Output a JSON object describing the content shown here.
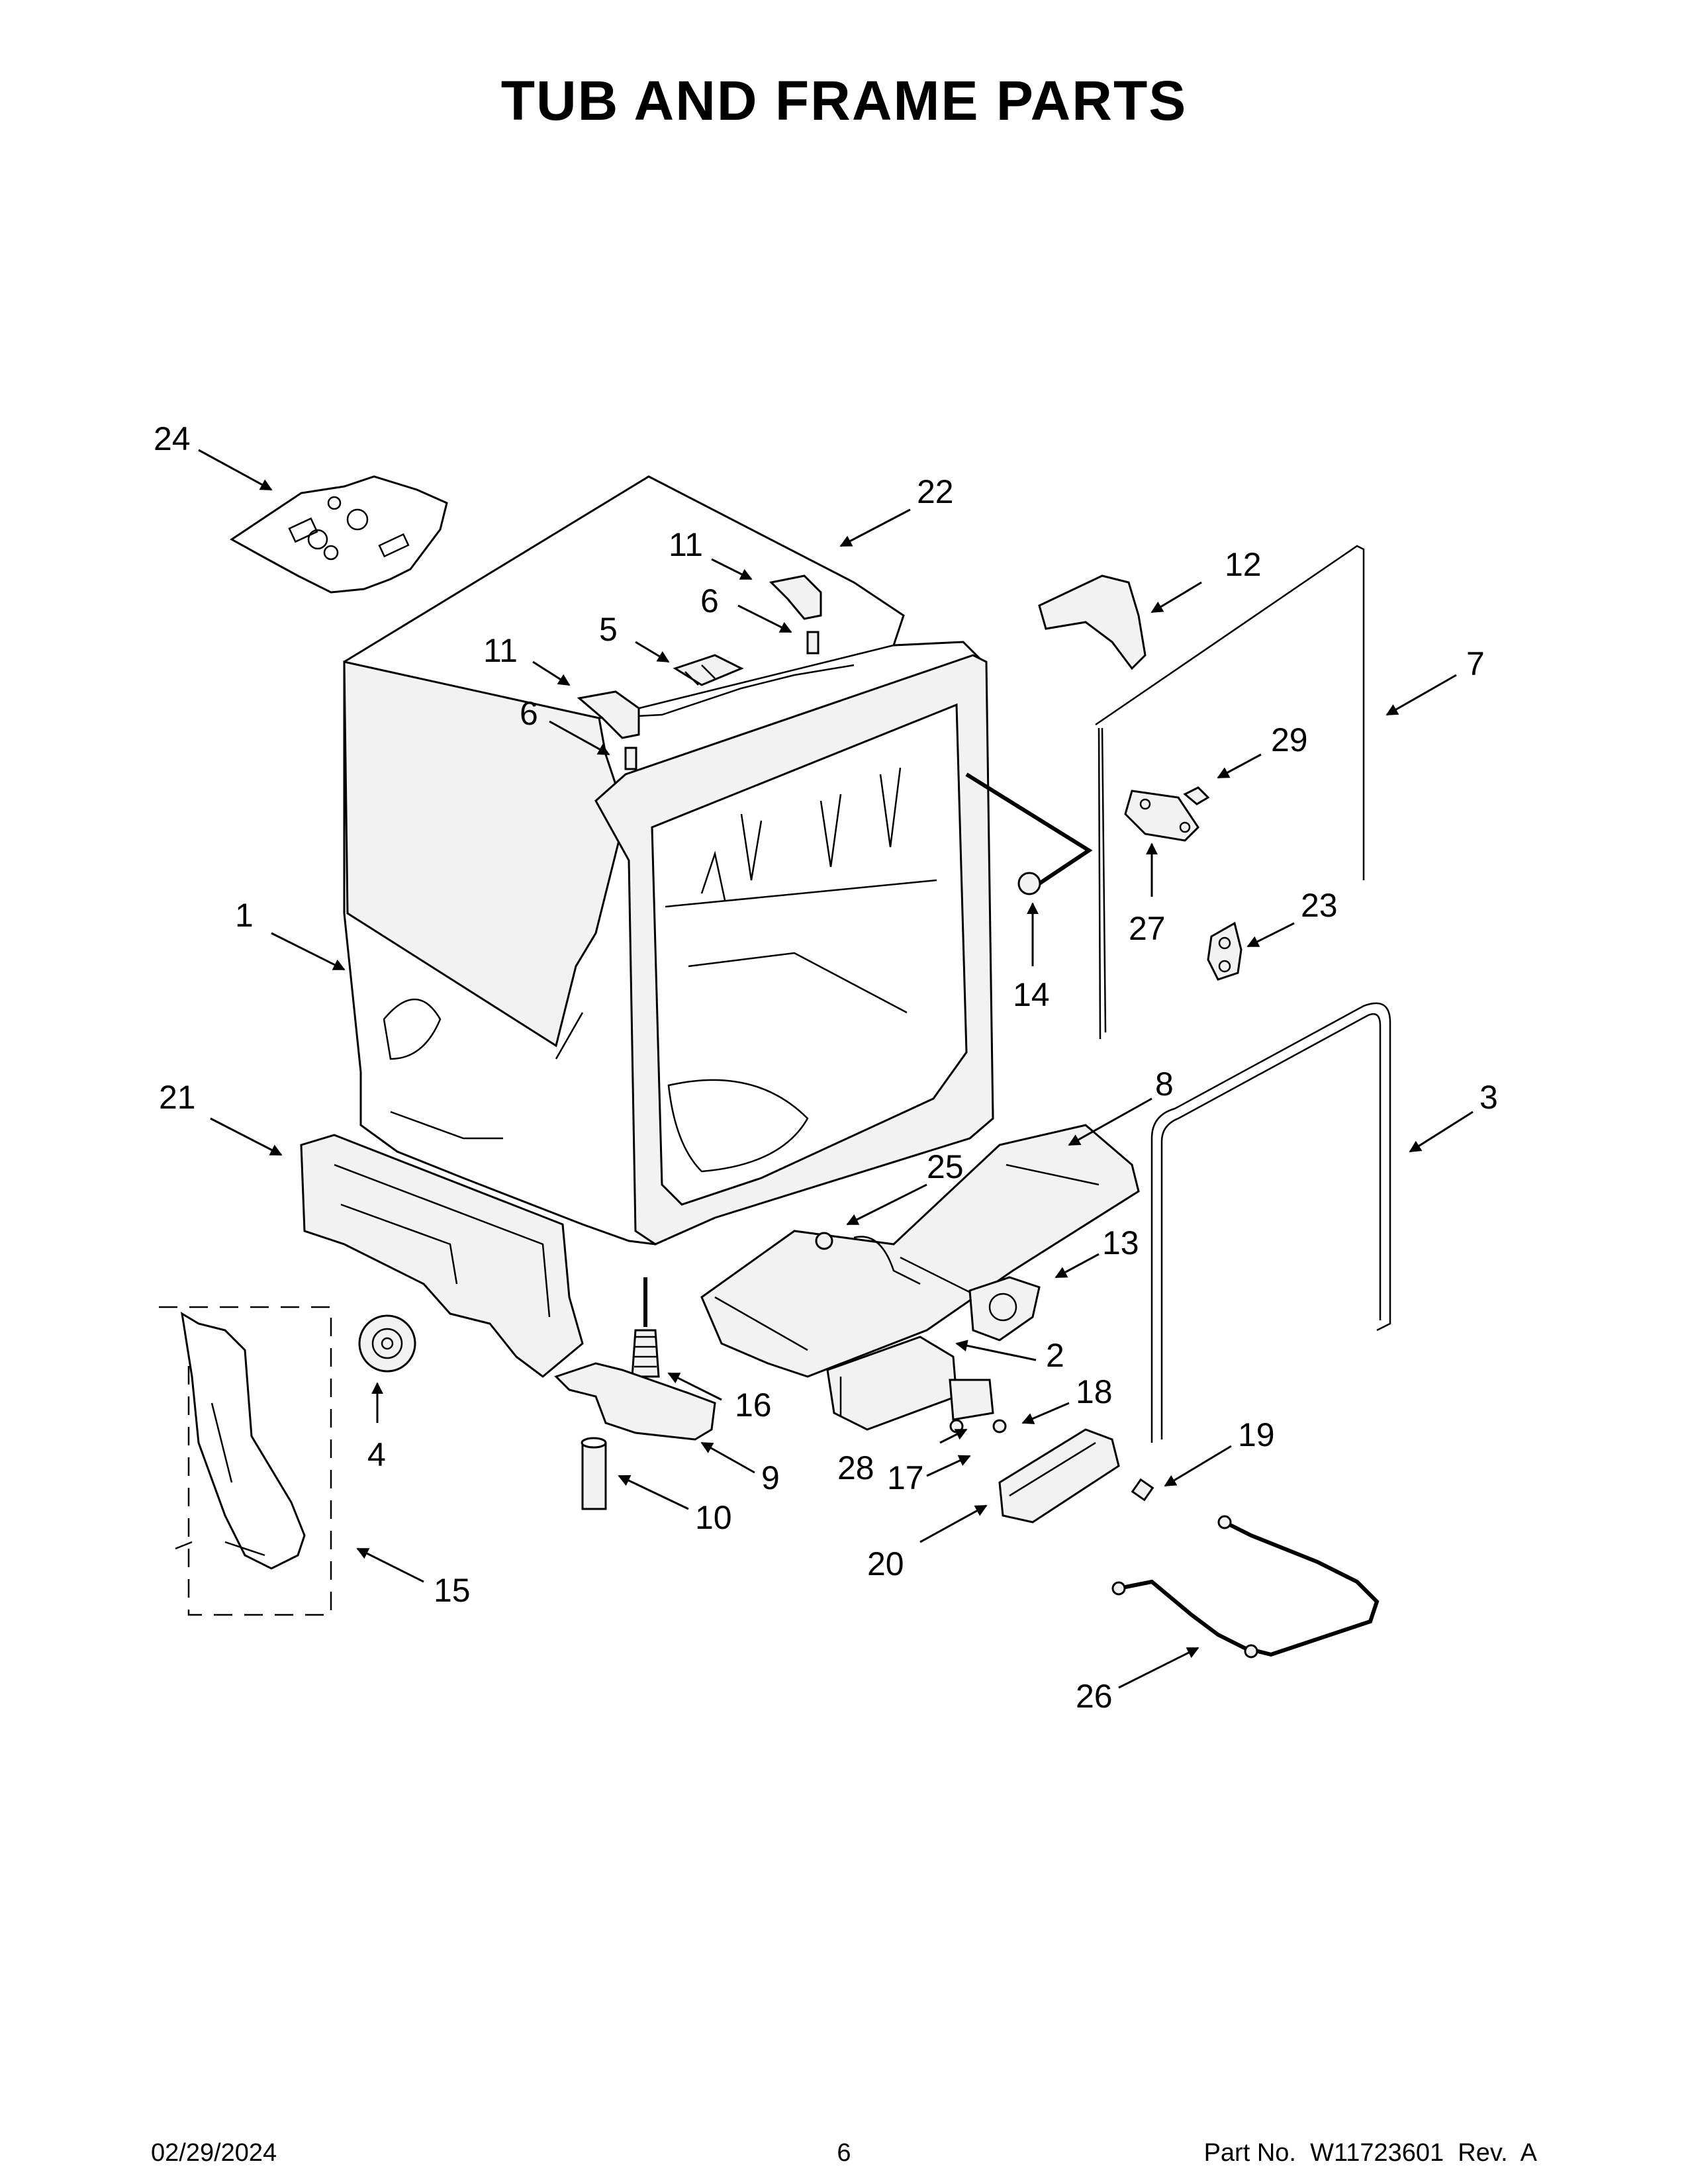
{
  "title": "TUB AND FRAME PARTS",
  "footer": {
    "date": "02/29/2024",
    "page": "6",
    "part_number": "Part No.  W11723601  Rev.  A"
  },
  "callouts": [
    {
      "id": "c24",
      "label": "24"
    },
    {
      "id": "c22",
      "label": "22"
    },
    {
      "id": "c11a",
      "label": "11"
    },
    {
      "id": "c6a",
      "label": "6"
    },
    {
      "id": "c5",
      "label": "5"
    },
    {
      "id": "c11b",
      "label": "11"
    },
    {
      "id": "c6b",
      "label": "6"
    },
    {
      "id": "c12",
      "label": "12"
    },
    {
      "id": "c7",
      "label": "7"
    },
    {
      "id": "c29",
      "label": "29"
    },
    {
      "id": "c27",
      "label": "27"
    },
    {
      "id": "c14",
      "label": "14"
    },
    {
      "id": "c23",
      "label": "23"
    },
    {
      "id": "c1",
      "label": "1"
    },
    {
      "id": "c21",
      "label": "21"
    },
    {
      "id": "c8",
      "label": "8"
    },
    {
      "id": "c3",
      "label": "3"
    },
    {
      "id": "c25",
      "label": "25"
    },
    {
      "id": "c13",
      "label": "13"
    },
    {
      "id": "c2",
      "label": "2"
    },
    {
      "id": "c18",
      "label": "18"
    },
    {
      "id": "c19",
      "label": "19"
    },
    {
      "id": "c16",
      "label": "16"
    },
    {
      "id": "c4",
      "label": "4"
    },
    {
      "id": "c9",
      "label": "9"
    },
    {
      "id": "c28",
      "label": "28"
    },
    {
      "id": "c17",
      "label": "17"
    },
    {
      "id": "c10",
      "label": "10"
    },
    {
      "id": "c20",
      "label": "20"
    },
    {
      "id": "c15",
      "label": "15"
    },
    {
      "id": "c26",
      "label": "26"
    }
  ]
}
